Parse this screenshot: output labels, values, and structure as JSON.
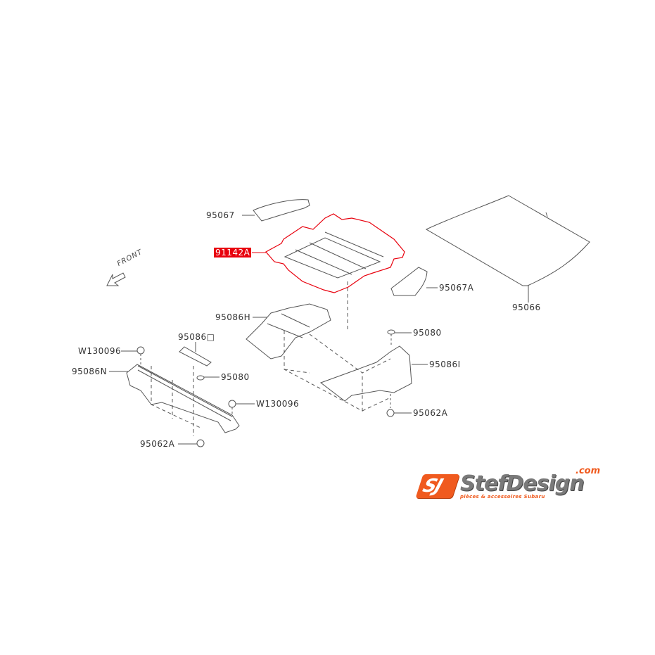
{
  "diagram": {
    "orientation_label": "FRONT",
    "selected_part": "91142A",
    "highlight_color": "#e8000d",
    "line_color": "#555555",
    "parts": [
      {
        "id": "95067",
        "label": "95067"
      },
      {
        "id": "91142A",
        "label": "91142A",
        "selected": true
      },
      {
        "id": "95067A",
        "label": "95067A"
      },
      {
        "id": "95066",
        "label": "95066"
      },
      {
        "id": "95086H",
        "label": "95086H"
      },
      {
        "id": "95086D",
        "label": "95086□"
      },
      {
        "id": "W130096-top",
        "label": "W130096"
      },
      {
        "id": "95086N",
        "label": "95086N"
      },
      {
        "id": "95080-left",
        "label": "95080"
      },
      {
        "id": "W130096-right",
        "label": "W130096"
      },
      {
        "id": "95062A-left",
        "label": "95062A"
      },
      {
        "id": "95080-right",
        "label": "95080"
      },
      {
        "id": "95086I",
        "label": "95086I"
      },
      {
        "id": "95062A-right",
        "label": "95062A"
      }
    ]
  },
  "logo": {
    "mark": "SJ",
    "name": "StefDesign",
    "domain": ".com",
    "tagline": "pièces & accessoires Subaru",
    "brand_color": "#f05a1e",
    "text_color": "#7a7a7a"
  }
}
